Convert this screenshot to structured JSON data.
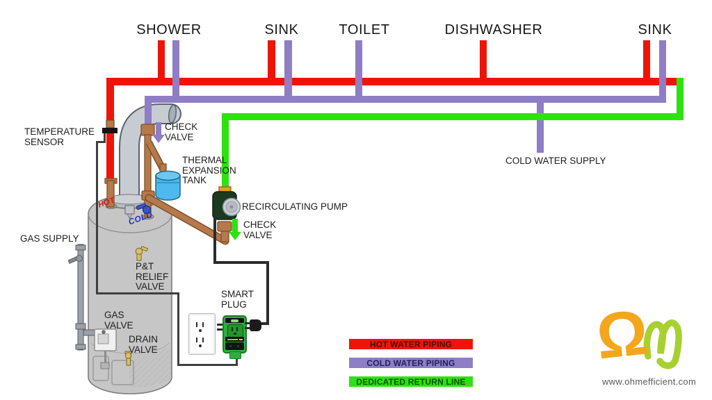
{
  "appliances": [
    {
      "label": "SHOWER"
    },
    {
      "label": "SINK"
    },
    {
      "label": "TOILET"
    },
    {
      "label": "DISHWASHER"
    },
    {
      "label": "SINK"
    }
  ],
  "labels": {
    "temperature_sensor": {
      "line1": "TEMPERATURE",
      "line2": "SENSOR"
    },
    "check_valve_top": {
      "line1": "CHECK",
      "line2": "VALVE"
    },
    "thermal_expansion_tank": {
      "line1": "THERMAL",
      "line2": "EXPANSION",
      "line3": "TANK"
    },
    "recirculating_pump": "RECIRCULATING PUMP",
    "check_valve_bottom": {
      "line1": "CHECK",
      "line2": "VALVE"
    },
    "cold_water_supply": "COLD WATER SUPPLY",
    "gas_supply": "GAS SUPPLY",
    "pt_relief_valve": {
      "line1": "P&T",
      "line2": "RELIEF",
      "line3": "VALVE"
    },
    "gas_valve": {
      "line1": "GAS",
      "line2": "VALVE"
    },
    "drain_valve": {
      "line1": "DRAIN",
      "line2": "VALVE"
    },
    "smart_plug": {
      "line1": "SMART",
      "line2": "PLUG"
    },
    "hot_port": "HOT",
    "cold_port": "COLD"
  },
  "legend": [
    {
      "label": "HOT WATER PIPING",
      "color": "#ee1507",
      "text_color": "#47100a"
    },
    {
      "label": "COLD WATER PIPING",
      "color": "#8d7ec5",
      "text_color": "#1f1f5e"
    },
    {
      "label": "DEDICATED RETURN LINE",
      "color": "#2ce30e",
      "text_color": "#0b4d05"
    }
  ],
  "logo": {
    "omega_glyph": "Ω",
    "website": "www.ohmefficient.com"
  },
  "colors": {
    "hot": "#ee1507",
    "cold": "#8d7ec5",
    "return": "#2ce30e",
    "copper": "#b5794b",
    "copperDark": "#7e5026",
    "wire": "#3f3f3f",
    "cord": "#2b2b2b",
    "tank": "#c6c6c6",
    "tankStroke": "#7d7d7d",
    "flue": "#c7ccd2",
    "flueStroke": "#5a626c",
    "expansion": "#4db9ec",
    "pump": "#1b3a1f",
    "plug": "#2fae3e",
    "brassFitting": "#e3a01e",
    "hotText": "#dd1010",
    "coldText": "#2430c8",
    "logoOrange": "#f4a71d",
    "logoGreen": "#a8d02f"
  }
}
